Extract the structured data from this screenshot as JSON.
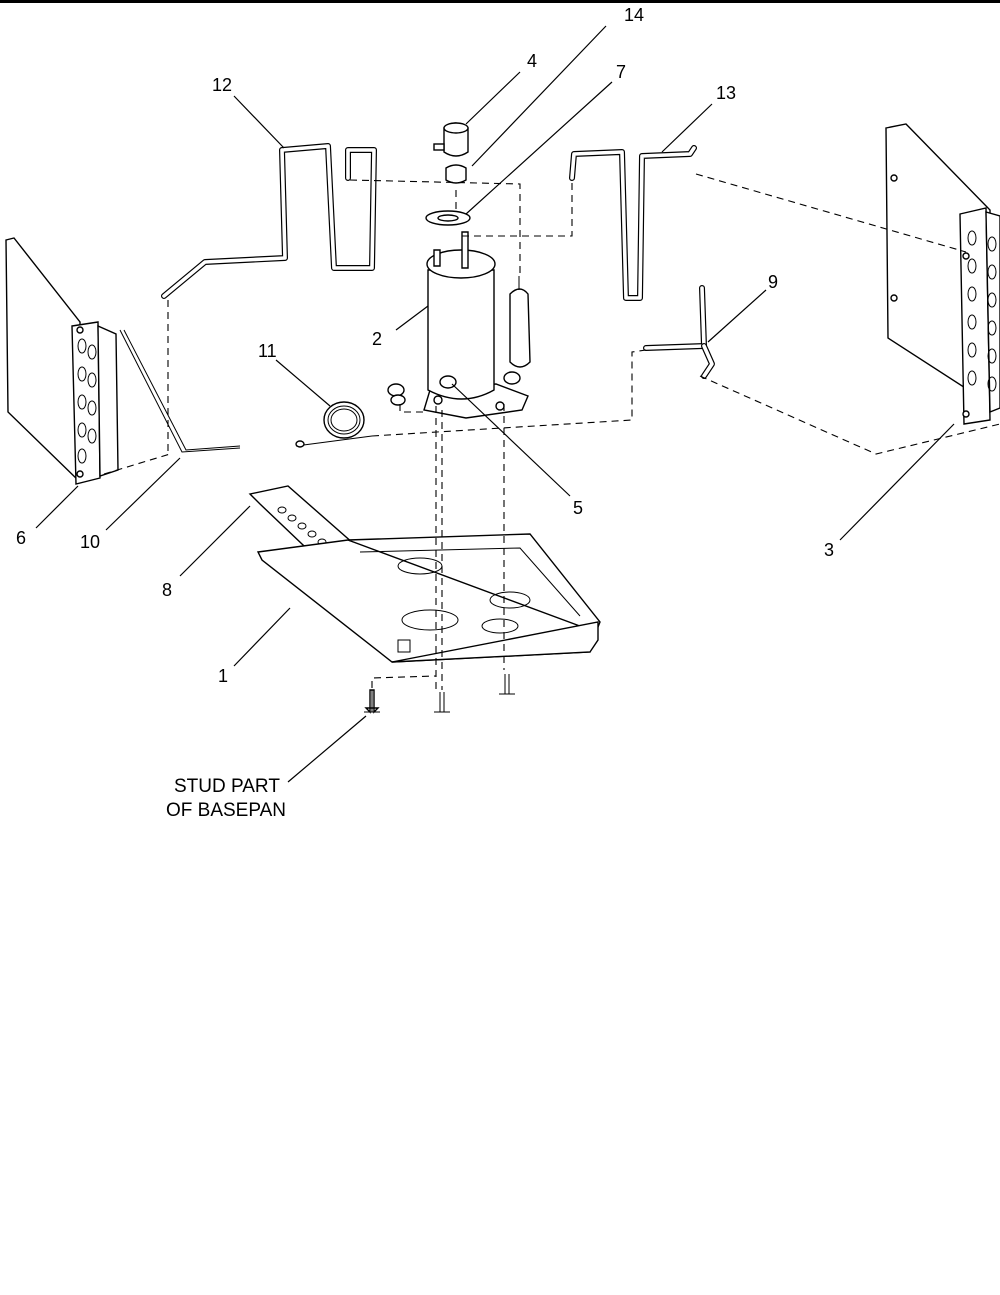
{
  "diagram": {
    "callouts": {
      "c1": "1",
      "c2": "2",
      "c3": "3",
      "c4": "4",
      "c5": "5",
      "c6": "6",
      "c7": "7",
      "c8": "8",
      "c9": "9",
      "c10": "10",
      "c11": "11",
      "c12": "12",
      "c13": "13",
      "c14": "14"
    },
    "note_line1": "STUD PART",
    "note_line2": "OF BASEPAN"
  }
}
